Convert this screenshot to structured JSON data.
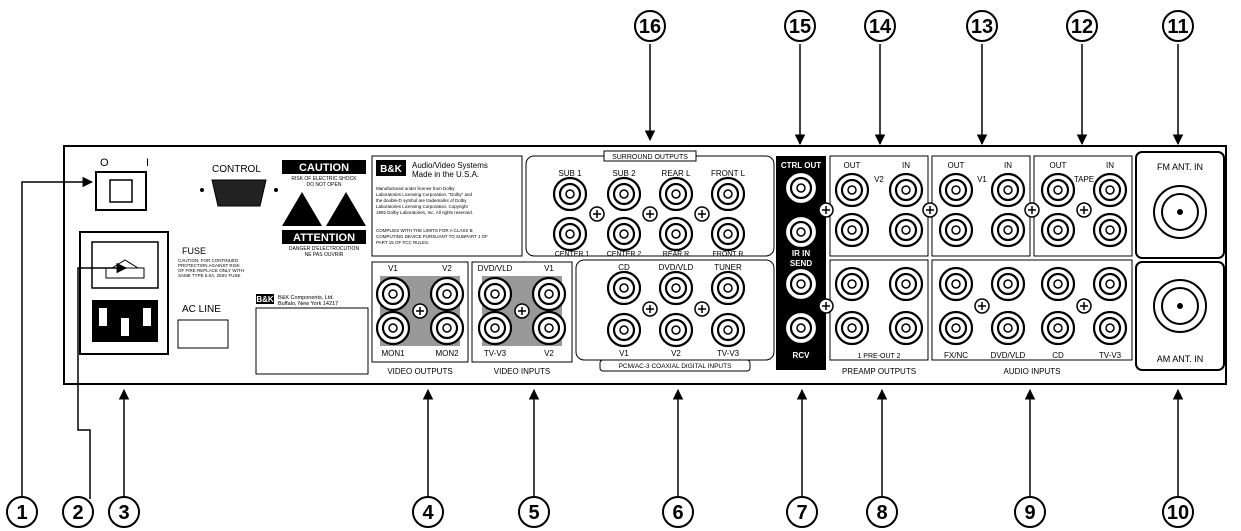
{
  "panel": {
    "switch_off": "O",
    "switch_on": "I",
    "control": "CONTROL",
    "caution_title": "CAUTION",
    "caution_sub1": "RISK OF ELECTRIC SHOCK",
    "caution_sub2": "DO NOT OPEN",
    "attention_title": "ATTENTION",
    "attention_sub1": "DANGER D'ELECTROCUTION",
    "attention_sub2": "NE PAS OUVRIR",
    "fuse": "FUSE",
    "fuse_text1": "CAUTION: FOR CONTINUED",
    "fuse_text2": "PROTECTION AGAINST RISK",
    "fuse_text3": "OF FIRE REPLACE ONLY WITH",
    "fuse_text4": "SAME TYPE 5.0A, 250V FUSE",
    "ac_line": "AC LINE",
    "company1": "B&K Components, Ltd.",
    "company2": "Buffalo, New York 14217",
    "av_title1": "Audio/Video Systems",
    "av_title2": "Made in the U.S.A.",
    "dolby1": "Manufactured under license from Dolby",
    "dolby2": "Laboratories Licensing Corporation. \"Dolby\" and",
    "dolby3": "the double-D symbol are trademarks of Dolby",
    "dolby4": "Laboratories Licensing Corporation. Copyright",
    "dolby5": "1992 Dolby Laboratories, Inc. All rights reserved.",
    "fcc1": "COMPLIES WITH THE LIMITS FOR A CLASS B",
    "fcc2": "COMPUTING DEVICE PURSUANT TO SUBPART J OF",
    "fcc3": "PART 15 OF FCC RULES."
  },
  "video_out": {
    "v1": "V1",
    "v2": "V2",
    "mon1": "MON1",
    "mon2": "MON2",
    "group": "VIDEO OUTPUTS"
  },
  "video_in": {
    "dvd": "DVD/VLD",
    "v1": "V1",
    "tv": "TV-V3",
    "v2": "V2",
    "group": "VIDEO INPUTS"
  },
  "surround": {
    "group": "SURROUND OUTPUTS",
    "sub1": "SUB 1",
    "sub2": "SUB 2",
    "rear_l": "REAR L",
    "front_l": "FRONT L",
    "center1": "CENTER 1",
    "center2": "CENTER 2",
    "rear_r": "REAR R",
    "front_r": "FRONT R"
  },
  "digital": {
    "cd": "CD",
    "dvd": "DVD/VLD",
    "tuner": "TUNER",
    "v1": "V1",
    "v2": "V2",
    "tv": "TV-V3",
    "group": "PCM/AC-3 COAXIAL DIGITAL INPUTS"
  },
  "ctrl": {
    "out": "CTRL OUT",
    "ir_in": "IR IN",
    "send": "SEND",
    "rcv": "RCV"
  },
  "v2_tape": {
    "out": "OUT",
    "in": "IN",
    "name": "V2"
  },
  "v1_tape": {
    "out": "OUT",
    "in": "IN",
    "name": "V1"
  },
  "tape": {
    "out": "OUT",
    "in": "IN",
    "name": "TAPE"
  },
  "preamp": {
    "label": "1 PRE-OUT 2",
    "group": "PREAMP OUTPUTS"
  },
  "audio_in": {
    "fx": "FX/NC",
    "dvd": "DVD/VLD",
    "cd": "CD",
    "tv": "TV-V3",
    "group": "AUDIO INPUTS"
  },
  "antenna": {
    "fm": "FM ANT. IN",
    "am": "AM ANT. IN"
  },
  "callouts": {
    "c1": "1",
    "c2": "2",
    "c3": "3",
    "c4": "4",
    "c5": "5",
    "c6": "6",
    "c7": "7",
    "c8": "8",
    "c9": "9",
    "c10": "10",
    "c11": "11",
    "c12": "12",
    "c13": "13",
    "c14": "14",
    "c15": "15",
    "c16": "16"
  }
}
